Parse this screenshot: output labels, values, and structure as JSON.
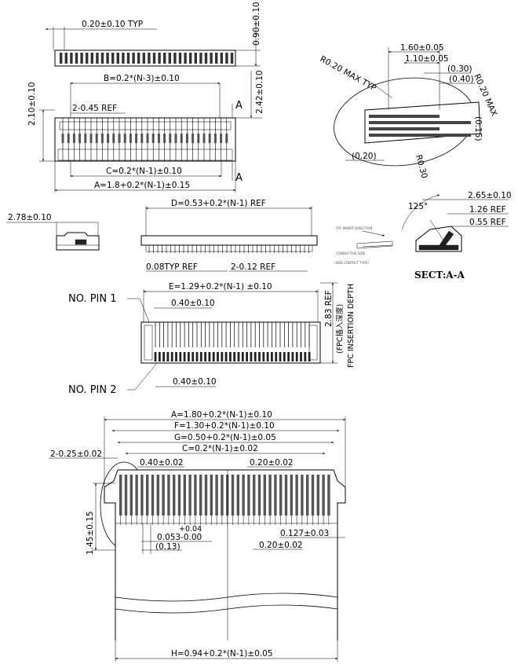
{
  "top_view": {
    "pitch_typ": "0.20±0.10  TYP",
    "height": "0.90±0.10"
  },
  "front_view": {
    "dim_b": "B=0.2*(N-3)±0.10",
    "dim_c": "C=0.2*(N-1)±0.10",
    "dim_a": "A=1.8+0.2*(N-1)±0.15",
    "ref_245": "2-0.45 REF",
    "height_210": "2.10±0.10",
    "height_242": "2.42±0.10",
    "section_mark": "A"
  },
  "side_view": {
    "width": "2.78±0.10"
  },
  "bottom_view": {
    "dim_d": "D=0.53+0.2*(N-1) REF",
    "ref_008": "0.08TYP  REF",
    "ref_012": "2-0.12  REF"
  },
  "pin_view": {
    "dim_e": "E=1.29+0.2*(N-1) ±0.10",
    "pitch_top": "0.40±0.10",
    "pitch_bottom": "0.40±0.10",
    "pin1": "NO. PIN  1",
    "pin2": "NO. PIN  2",
    "ref_283": "2.83  REF",
    "insertion_cn": "(FPC插入深度)",
    "insertion_en": "FPC INSERTION DEPTH"
  },
  "detail_view": {
    "r020": "R0.20 MAX TYP",
    "d160": "1.60±0.05",
    "d110": "1.10±0.05",
    "d030": "(0.30)",
    "d040": "(0.40)",
    "d015": "(0.15)",
    "d020": "(0.20)",
    "r030": "R0.30",
    "r020_right": "R0.20 MAX"
  },
  "section_view": {
    "angle": "125°",
    "d265": "2.65±0.10",
    "d126": "1.26  REF",
    "d055": "0.55  REF",
    "title": "SECT:A-A",
    "note1": "FPC INSERT DIRECTION",
    "note2": "CONDUCTIVE SIDE",
    "note3": "(SIDE CONTACT TYPE)"
  },
  "fpc_view": {
    "dim_a": "A=1.80+0.2*(N-1)±0.10",
    "dim_f": "F=1.30+0.2*(N-1)±0.10",
    "dim_g": "G=0.50+0.2*(N-1)±0.05",
    "dim_c": "C=0.2*(N-1)±0.02",
    "ref_025": "2-0.25±0.02",
    "d040": "0.40±0.02",
    "d020": "0.20±0.02",
    "d145": "1.45±0.15",
    "tol_plus": "+0.04",
    "tol_base": "0.053-0.00",
    "d013": "(0.13)",
    "d0127": "0.127±0.03",
    "d020b": "0.20±0.02",
    "dim_h": "H=0.94+0.2*(N-1)±0.05"
  }
}
